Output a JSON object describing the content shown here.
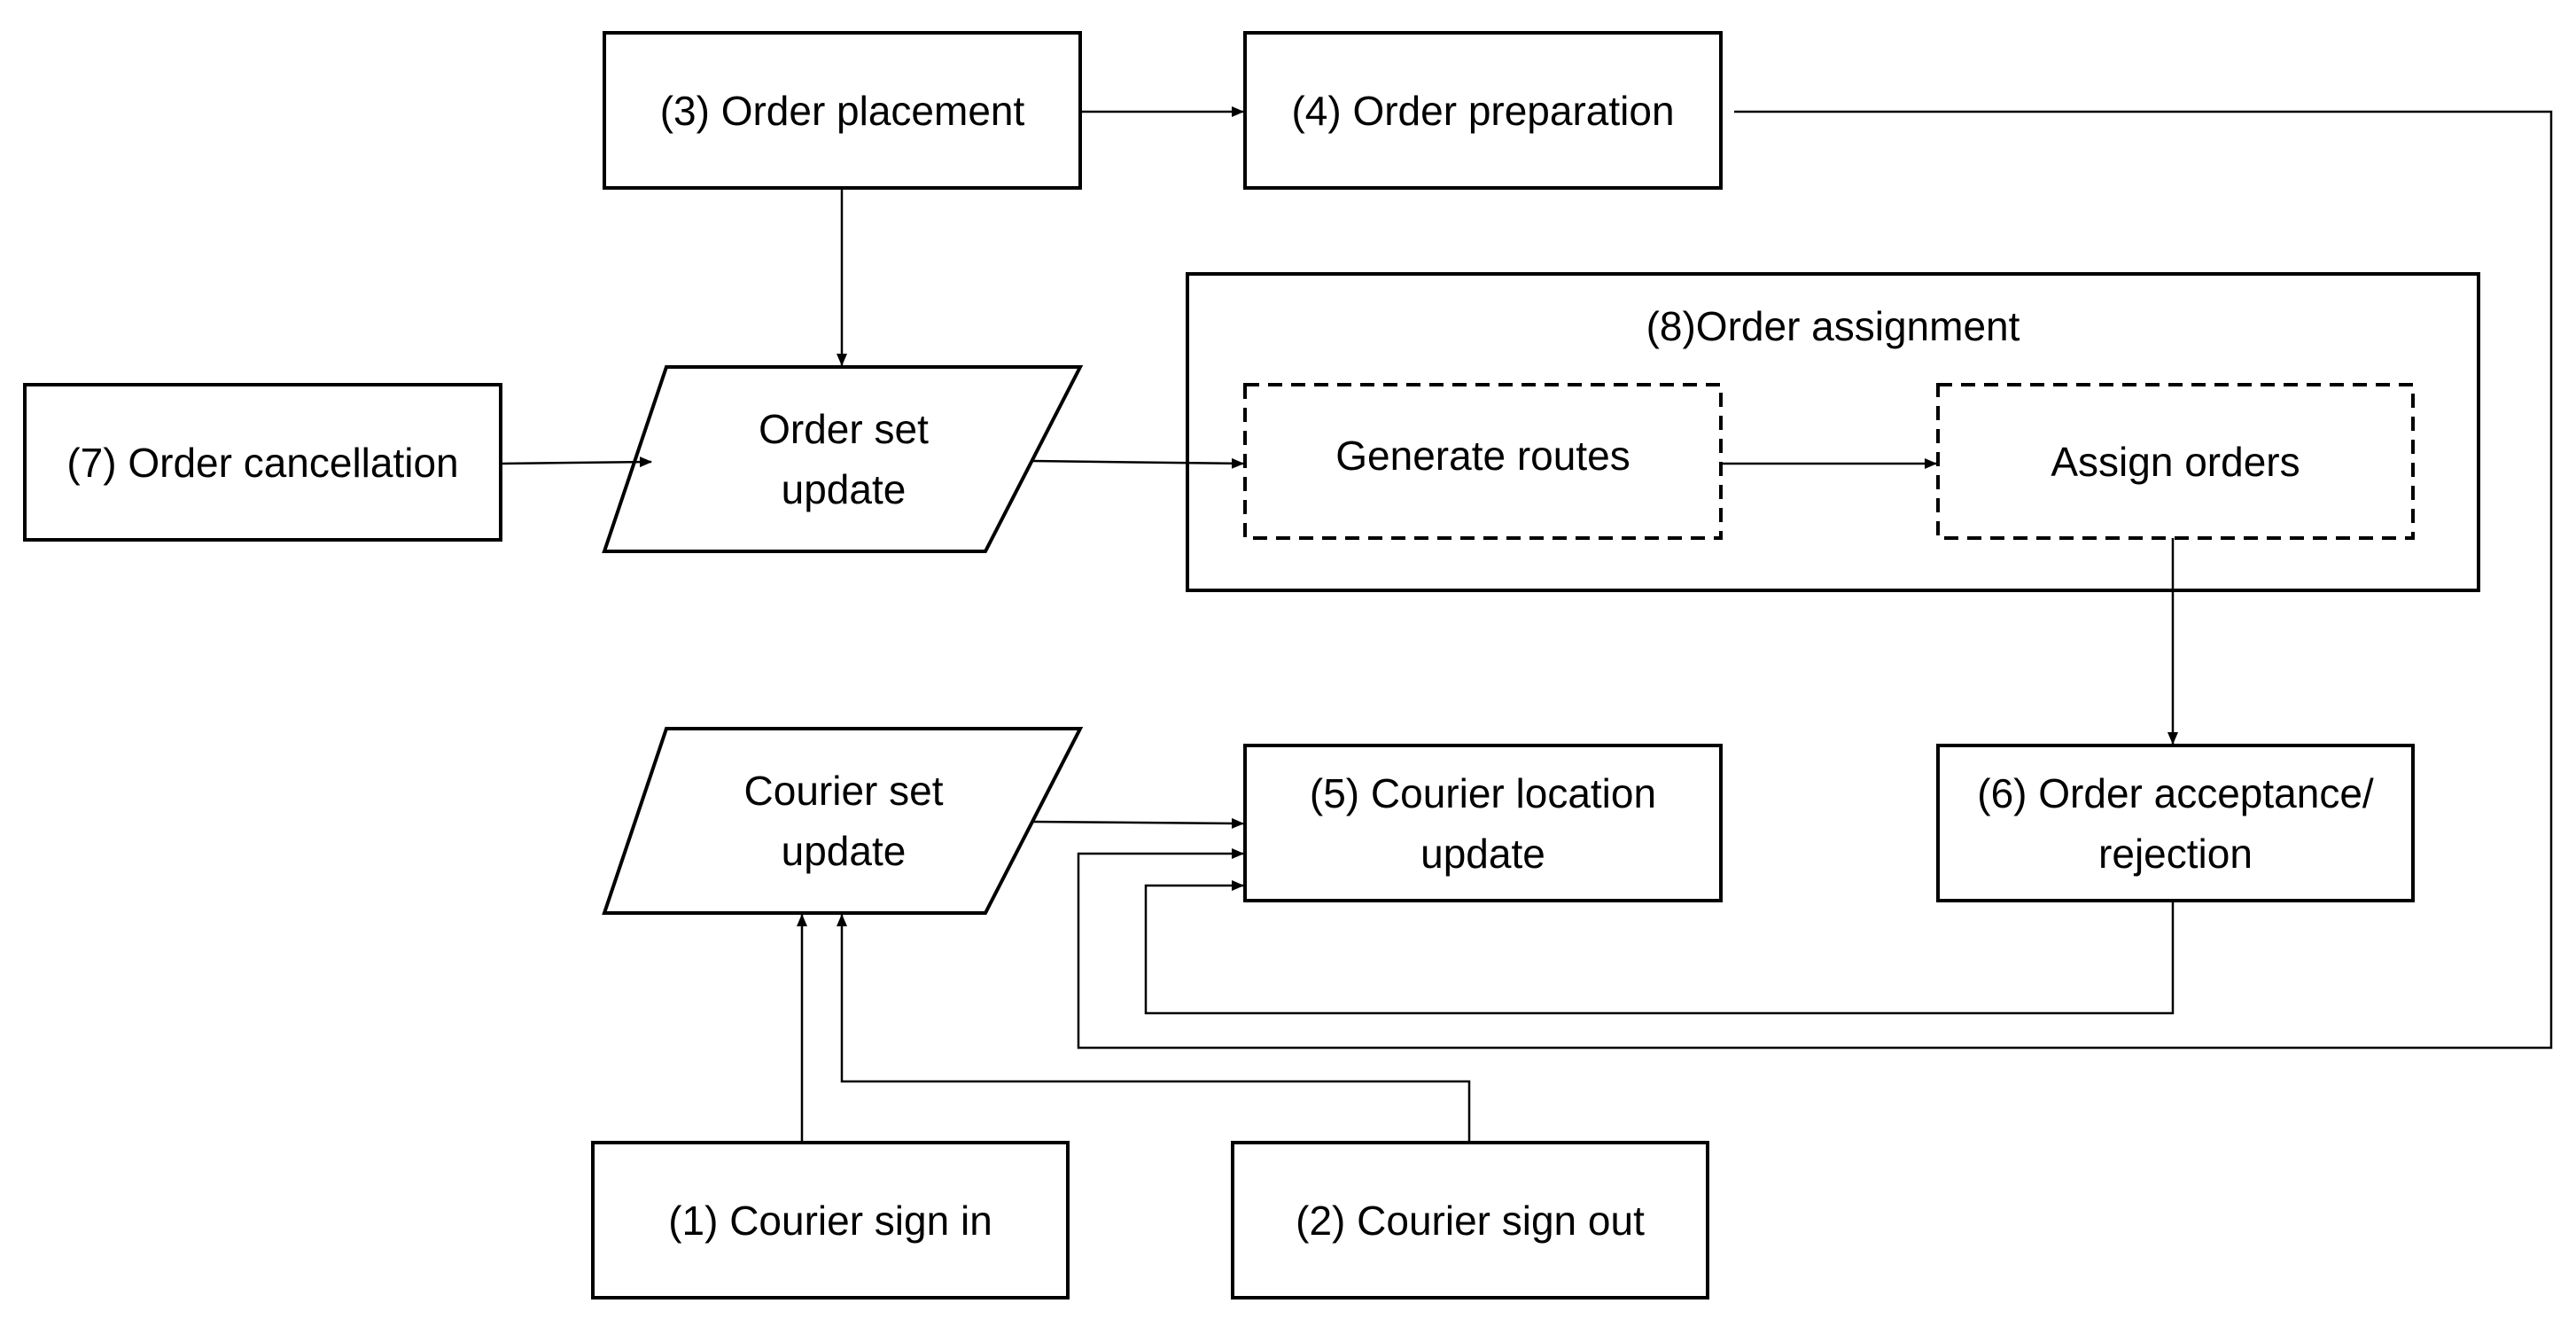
{
  "diagram": {
    "colors": {
      "stroke": "#000000",
      "background": "#ffffff"
    },
    "nodes": {
      "order_placement": "(3) Order placement",
      "order_preparation": "(4) Order preparation",
      "order_assignment": "(8)Order assignment",
      "order_cancellation": "(7) Order cancellation",
      "order_set_update": "Order set\nupdate",
      "generate_routes": "Generate routes",
      "assign_orders": "Assign orders",
      "courier_set_update": "Courier set\nupdate",
      "courier_location_update": "(5) Courier location\nupdate",
      "order_acceptance_rejection": "(6) Order acceptance/\nrejection",
      "courier_sign_in": "(1) Courier sign in",
      "courier_sign_out": "(2) Courier sign out"
    },
    "edges": [
      {
        "from": "order_placement",
        "to": "order_preparation"
      },
      {
        "from": "order_placement",
        "to": "order_set_update"
      },
      {
        "from": "order_cancellation",
        "to": "order_set_update"
      },
      {
        "from": "order_set_update",
        "to": "generate_routes"
      },
      {
        "from": "generate_routes",
        "to": "assign_orders"
      },
      {
        "from": "assign_orders",
        "to": "order_acceptance_rejection"
      },
      {
        "from": "courier_set_update",
        "to": "courier_location_update"
      },
      {
        "from": "order_preparation",
        "to": "courier_location_update"
      },
      {
        "from": "order_acceptance_rejection",
        "to": "courier_location_update"
      },
      {
        "from": "courier_sign_in",
        "to": "courier_set_update"
      },
      {
        "from": "courier_sign_out",
        "to": "courier_set_update"
      }
    ]
  }
}
